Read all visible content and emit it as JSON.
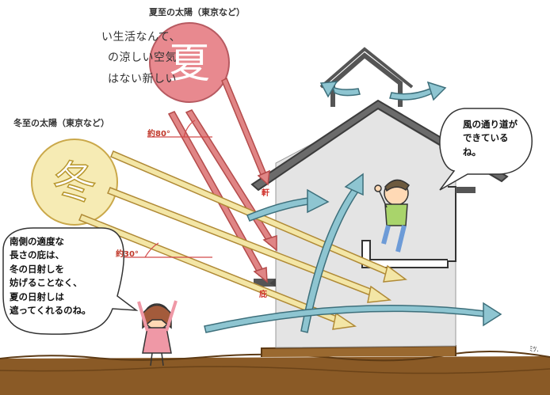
{
  "intro_lines": [
    "い生活なんて、",
    "の涼しい空気",
    "はない新しい"
  ],
  "summer_sun": {
    "caption": "夏至の太陽（東京など）",
    "glyph": "夏"
  },
  "winter_sun": {
    "caption": "冬至の太陽（東京など）",
    "glyph": "冬"
  },
  "summer_angle": "約80°",
  "winter_angle": "約30°",
  "eaves_label": "軒",
  "sill_label": "庇",
  "boy_bubble": "風の通り道ができているね。",
  "girl_bubble_lines": [
    "南側の適度な",
    "長さの庇は、",
    "冬の日射しを",
    "妨げることなく、",
    "夏の日射しは",
    "遮ってくれるのね。"
  ],
  "signature": "ﾐﾂ.",
  "colors": {
    "summer_sun": "#e8898f",
    "winter_sun": "#f6ebb4",
    "wind_arrow": "#8ec5d1",
    "summer_ray": "#e08585",
    "winter_ray": "#f3e6a6",
    "house_wall": "#e4e4e4",
    "ground": "#8a5a26",
    "angle_line": "#d24a4a"
  }
}
